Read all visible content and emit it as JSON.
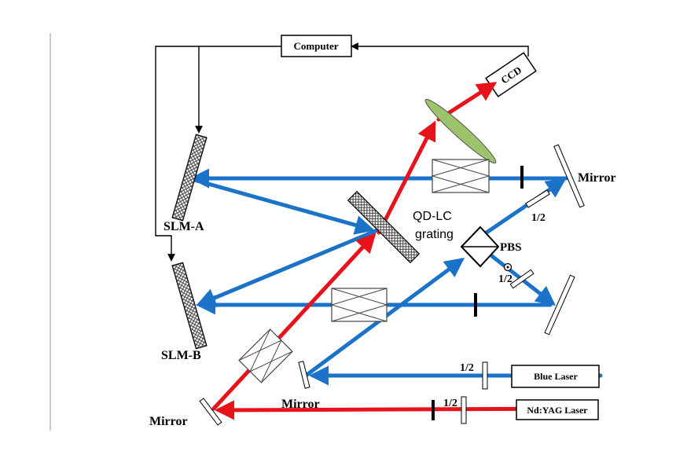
{
  "labels": {
    "computer": "Computer",
    "ccd": "CCD",
    "mirror_top_right": "Mirror",
    "slm_a": "SLM-A",
    "slm_b": "SLM-B",
    "qdlc_line1": "QD-LC",
    "qdlc_line2": "grating",
    "pbs": "PBS",
    "half_wave_upper": "1/2",
    "half_wave_pbs": "1/2",
    "half_wave_blue": "1/2",
    "half_wave_red": "1/2",
    "mirror_bottom_center": "Mirror",
    "mirror_bottom_left": "Mirror",
    "blue_laser": "Blue Laser",
    "ndyag_laser": "Nd:YAG Laser"
  },
  "colors": {
    "blue_beam": "#1a73c8",
    "red_beam": "#e8121a",
    "lens_fill": "#9dc36b",
    "hatch": "#444444",
    "frame": "#000000",
    "divider": "#9a9a9a"
  }
}
